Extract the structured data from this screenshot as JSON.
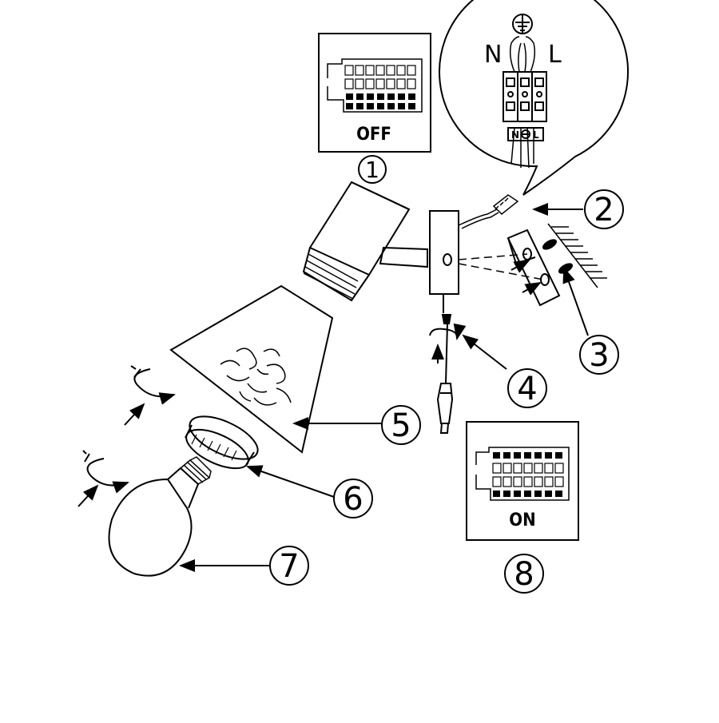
{
  "panels": {
    "off_label": "OFF",
    "on_label": "ON"
  },
  "wiring": {
    "n_label": "N",
    "l_label": "L",
    "plate_n": "N",
    "plate_l": "L"
  },
  "callouts": [
    {
      "id": "1",
      "label": "1"
    },
    {
      "id": "2",
      "label": "2"
    },
    {
      "id": "3",
      "label": "3"
    },
    {
      "id": "4",
      "label": "4"
    },
    {
      "id": "5",
      "label": "5"
    },
    {
      "id": "6",
      "label": "6"
    },
    {
      "id": "7",
      "label": "7"
    },
    {
      "id": "8",
      "label": "8"
    }
  ]
}
